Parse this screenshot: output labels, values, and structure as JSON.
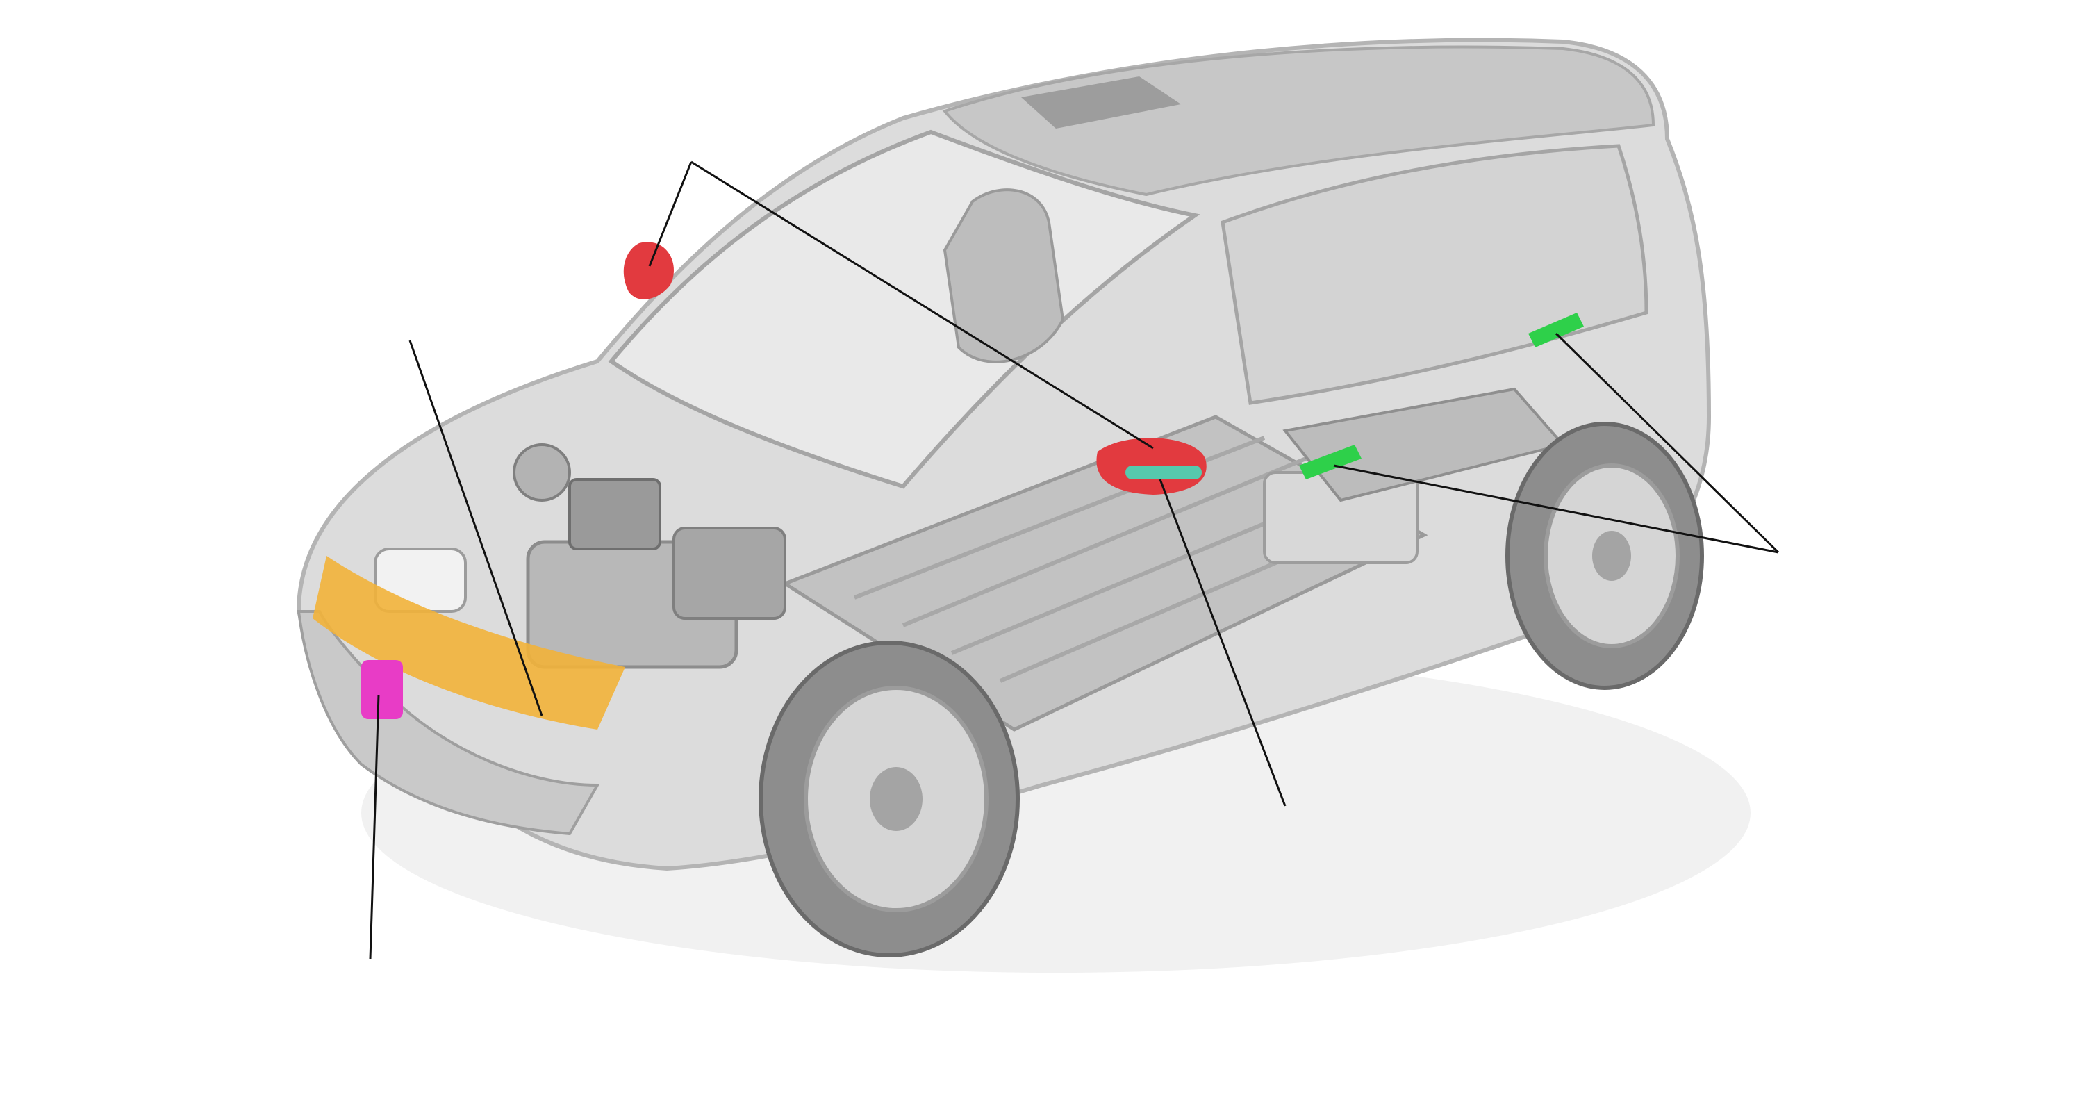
{
  "diagram": {
    "subject": "cutaway-electric-suv",
    "colors": {
      "background": "#ffffff",
      "body": "#cdcdcd",
      "body_dark": "#a9a9a9",
      "line": "#111111",
      "mirror": "#e23a3f",
      "camera_strip": "#56c9ad",
      "bumper_band": "#f2b23a",
      "front_sensor": "#e83cc6",
      "rear_sensor": "#2ed04a"
    },
    "callouts": [
      {
        "id": "side-mirror",
        "icon": "mirror-icon",
        "color_key": "mirror"
      },
      {
        "id": "front-bumper-band",
        "icon": "bumper-icon",
        "color_key": "bumper_band"
      },
      {
        "id": "front-sensor",
        "icon": "sensor-icon",
        "color_key": "front_sensor"
      },
      {
        "id": "mirror-camera",
        "icon": "camera-icon",
        "color_key": "camera_strip"
      },
      {
        "id": "rear-sensors",
        "icon": "sensor-icon",
        "color_key": "rear_sensor"
      }
    ]
  }
}
